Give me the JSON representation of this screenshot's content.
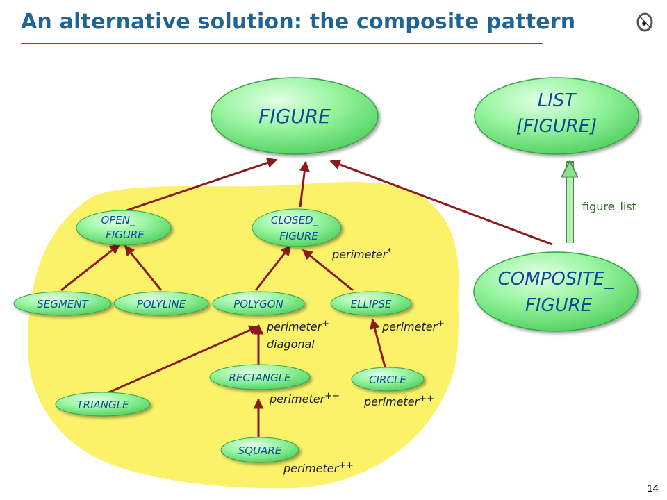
{
  "slide": {
    "title": "An alternative solution: the composite pattern",
    "number": "14",
    "logo": "eiffel-logo"
  },
  "nodes": {
    "figure": [
      "FIGURE"
    ],
    "list_figure": [
      "LIST",
      "[FIGURE]"
    ],
    "open_figure": [
      "OPEN_",
      "FIGURE"
    ],
    "closed_figure": [
      "CLOSED_",
      "FIGURE"
    ],
    "composite_figure": [
      "COMPOSITE_",
      "FIGURE"
    ],
    "segment": [
      "SEGMENT"
    ],
    "polyline": [
      "POLYLINE"
    ],
    "polygon": [
      "POLYGON"
    ],
    "ellipse": [
      "ELLIPSE"
    ],
    "triangle": [
      "TRIANGLE"
    ],
    "rectangle": [
      "RECTANGLE"
    ],
    "circle": [
      "CIRCLE"
    ],
    "square": [
      "SQUARE"
    ]
  },
  "annotations": {
    "closed_perimeter": {
      "text": "perimeter",
      "sup": "*"
    },
    "polygon_perimeter": {
      "text": "perimeter",
      "sup": "+"
    },
    "polygon_diagonal": {
      "text": "diagonal"
    },
    "ellipse_perimeter": {
      "text": "perimeter",
      "sup": "+"
    },
    "rectangle_perimeter": {
      "text": "perimeter",
      "sup": "++"
    },
    "circle_perimeter": {
      "text": "perimeter",
      "sup": "++"
    },
    "square_perimeter": {
      "text": "perimeter",
      "sup": "++"
    }
  },
  "client_label": "figure_list",
  "colors": {
    "title": "#1f6496",
    "cluster_fill": "#fbf26a",
    "node_fill": "#8ff59a",
    "node_text": "#0b4a99",
    "inheritance_arrow": "#8b1a1a",
    "client_arrow": "#8fe08f",
    "client_label": "#2c6e26"
  }
}
